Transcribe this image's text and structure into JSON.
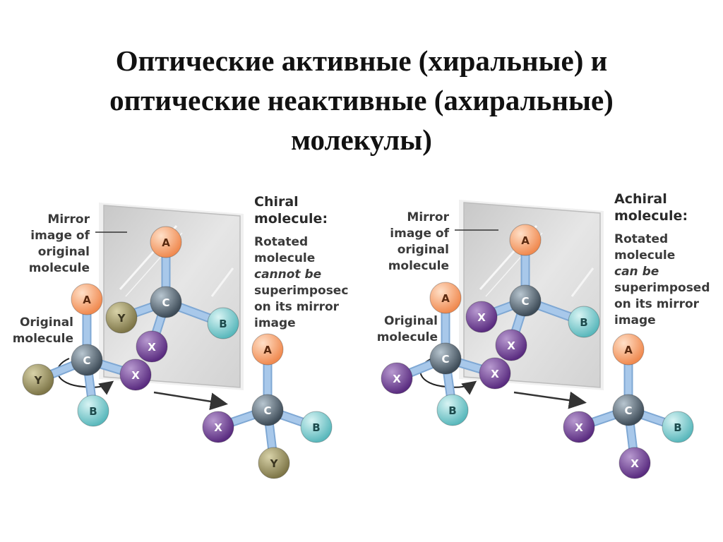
{
  "title": {
    "line1": "Оптические активные (хиральные) и",
    "line2": "оптические неактивные (ахиральные)",
    "line3": "молекулы)"
  },
  "chiral": {
    "heading": [
      "Chiral",
      "molecule:"
    ],
    "description": [
      "Rotated",
      "molecule",
      "cannot be",
      "superimposec",
      "on its mirror",
      "image"
    ],
    "mirror_label": [
      "Mirror",
      "image of",
      "original",
      "molecule"
    ],
    "original_label": [
      "Original",
      "molecule"
    ]
  },
  "achiral": {
    "heading": [
      "Achiral",
      "molecule:"
    ],
    "description": [
      "Rotated",
      "molecule",
      "can be",
      "superimposed",
      "on its mirror",
      "image"
    ],
    "mirror_label": [
      "Mirror",
      "image of",
      "original",
      "molecule"
    ],
    "original_label": [
      "Original",
      "molecule"
    ]
  },
  "atom_letters": {
    "center": "C",
    "A": "A",
    "B": "B",
    "X": "X",
    "Y": "Y"
  },
  "colors": {
    "A": "#f4a873",
    "B": "#7fcfd0",
    "X": "#7a4a9c",
    "Y": "#a39a6a",
    "C": "#5e6e7a",
    "bond": "#a8c8ea",
    "mirror": "#dcdcdc"
  }
}
